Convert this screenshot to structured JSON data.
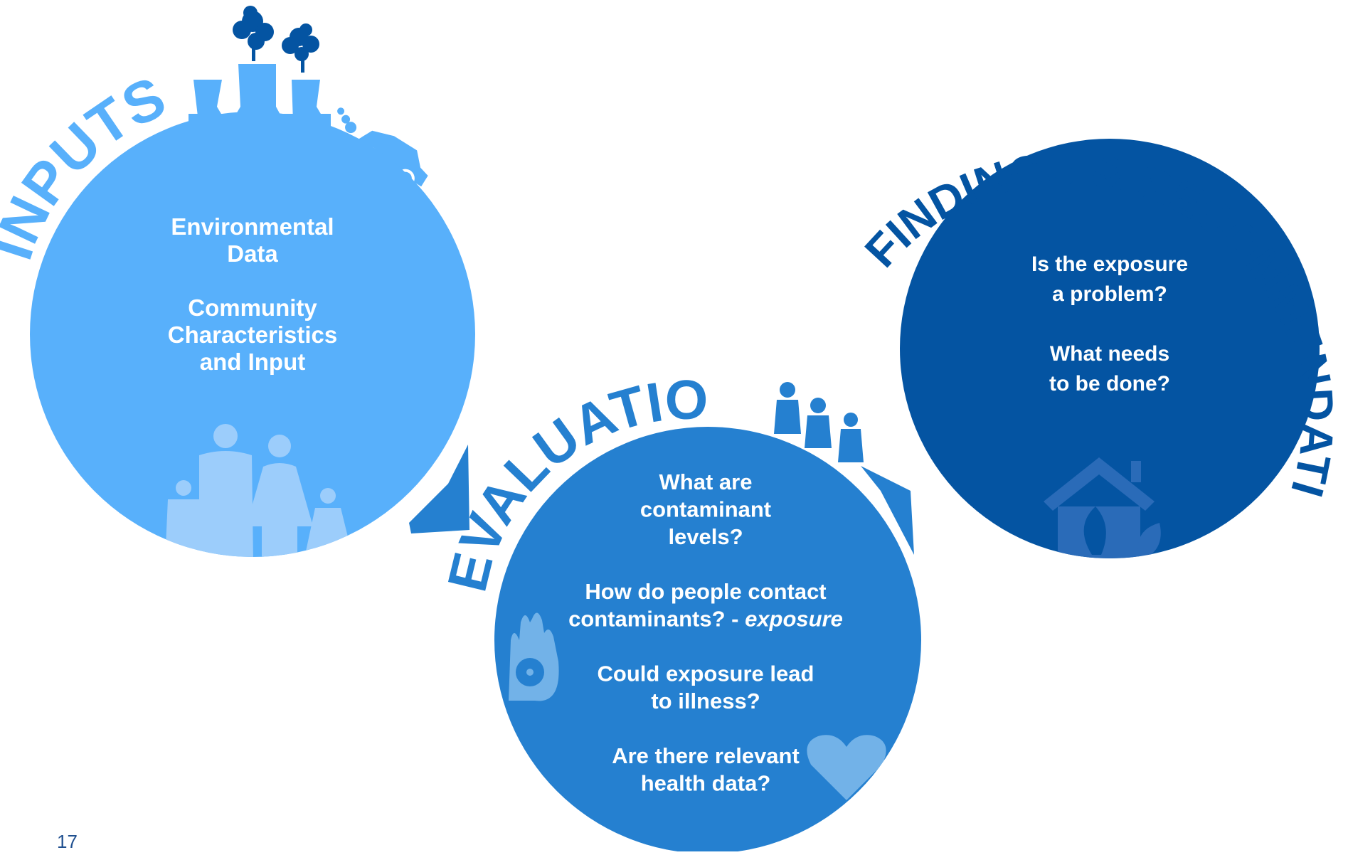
{
  "colors": {
    "inputs": "#58b0fb",
    "evaluation": "#2580d0",
    "findings": "#0454a2",
    "icon_light": "#9ccdfb",
    "icon_mid": "#72b2e8",
    "icon_dark": "#2a6bb8",
    "page_number": "#1f4f8f"
  },
  "inputs": {
    "title": "INPUTS",
    "lines": [
      "Environmental",
      "Data",
      "",
      "Community",
      "Characteristics",
      "and Input"
    ]
  },
  "evaluation": {
    "title": "EVALUATION",
    "lines": [
      {
        "text": "What are"
      },
      {
        "text": "contaminant"
      },
      {
        "text": "levels?"
      },
      {
        "text": ""
      },
      {
        "text": "How do people contact"
      },
      {
        "text": "contaminants? - ",
        "emph": "exposure"
      },
      {
        "text": ""
      },
      {
        "text": "Could exposure lead"
      },
      {
        "text": "to illness?"
      },
      {
        "text": ""
      },
      {
        "text": "Are there relevant"
      },
      {
        "text": "health data?"
      }
    ]
  },
  "findings": {
    "title": "FINDINGS & RECOMMENDATIONS",
    "lines": [
      "Is the exposure",
      "a problem?",
      "",
      "What needs",
      "to be done?"
    ]
  },
  "icons": [
    "factory-icon",
    "car-icon",
    "family-icon",
    "people-icon",
    "hand-radiation-icon",
    "heart-icon",
    "house-leaf-icon",
    "arrow-icon"
  ],
  "page_number": "17"
}
